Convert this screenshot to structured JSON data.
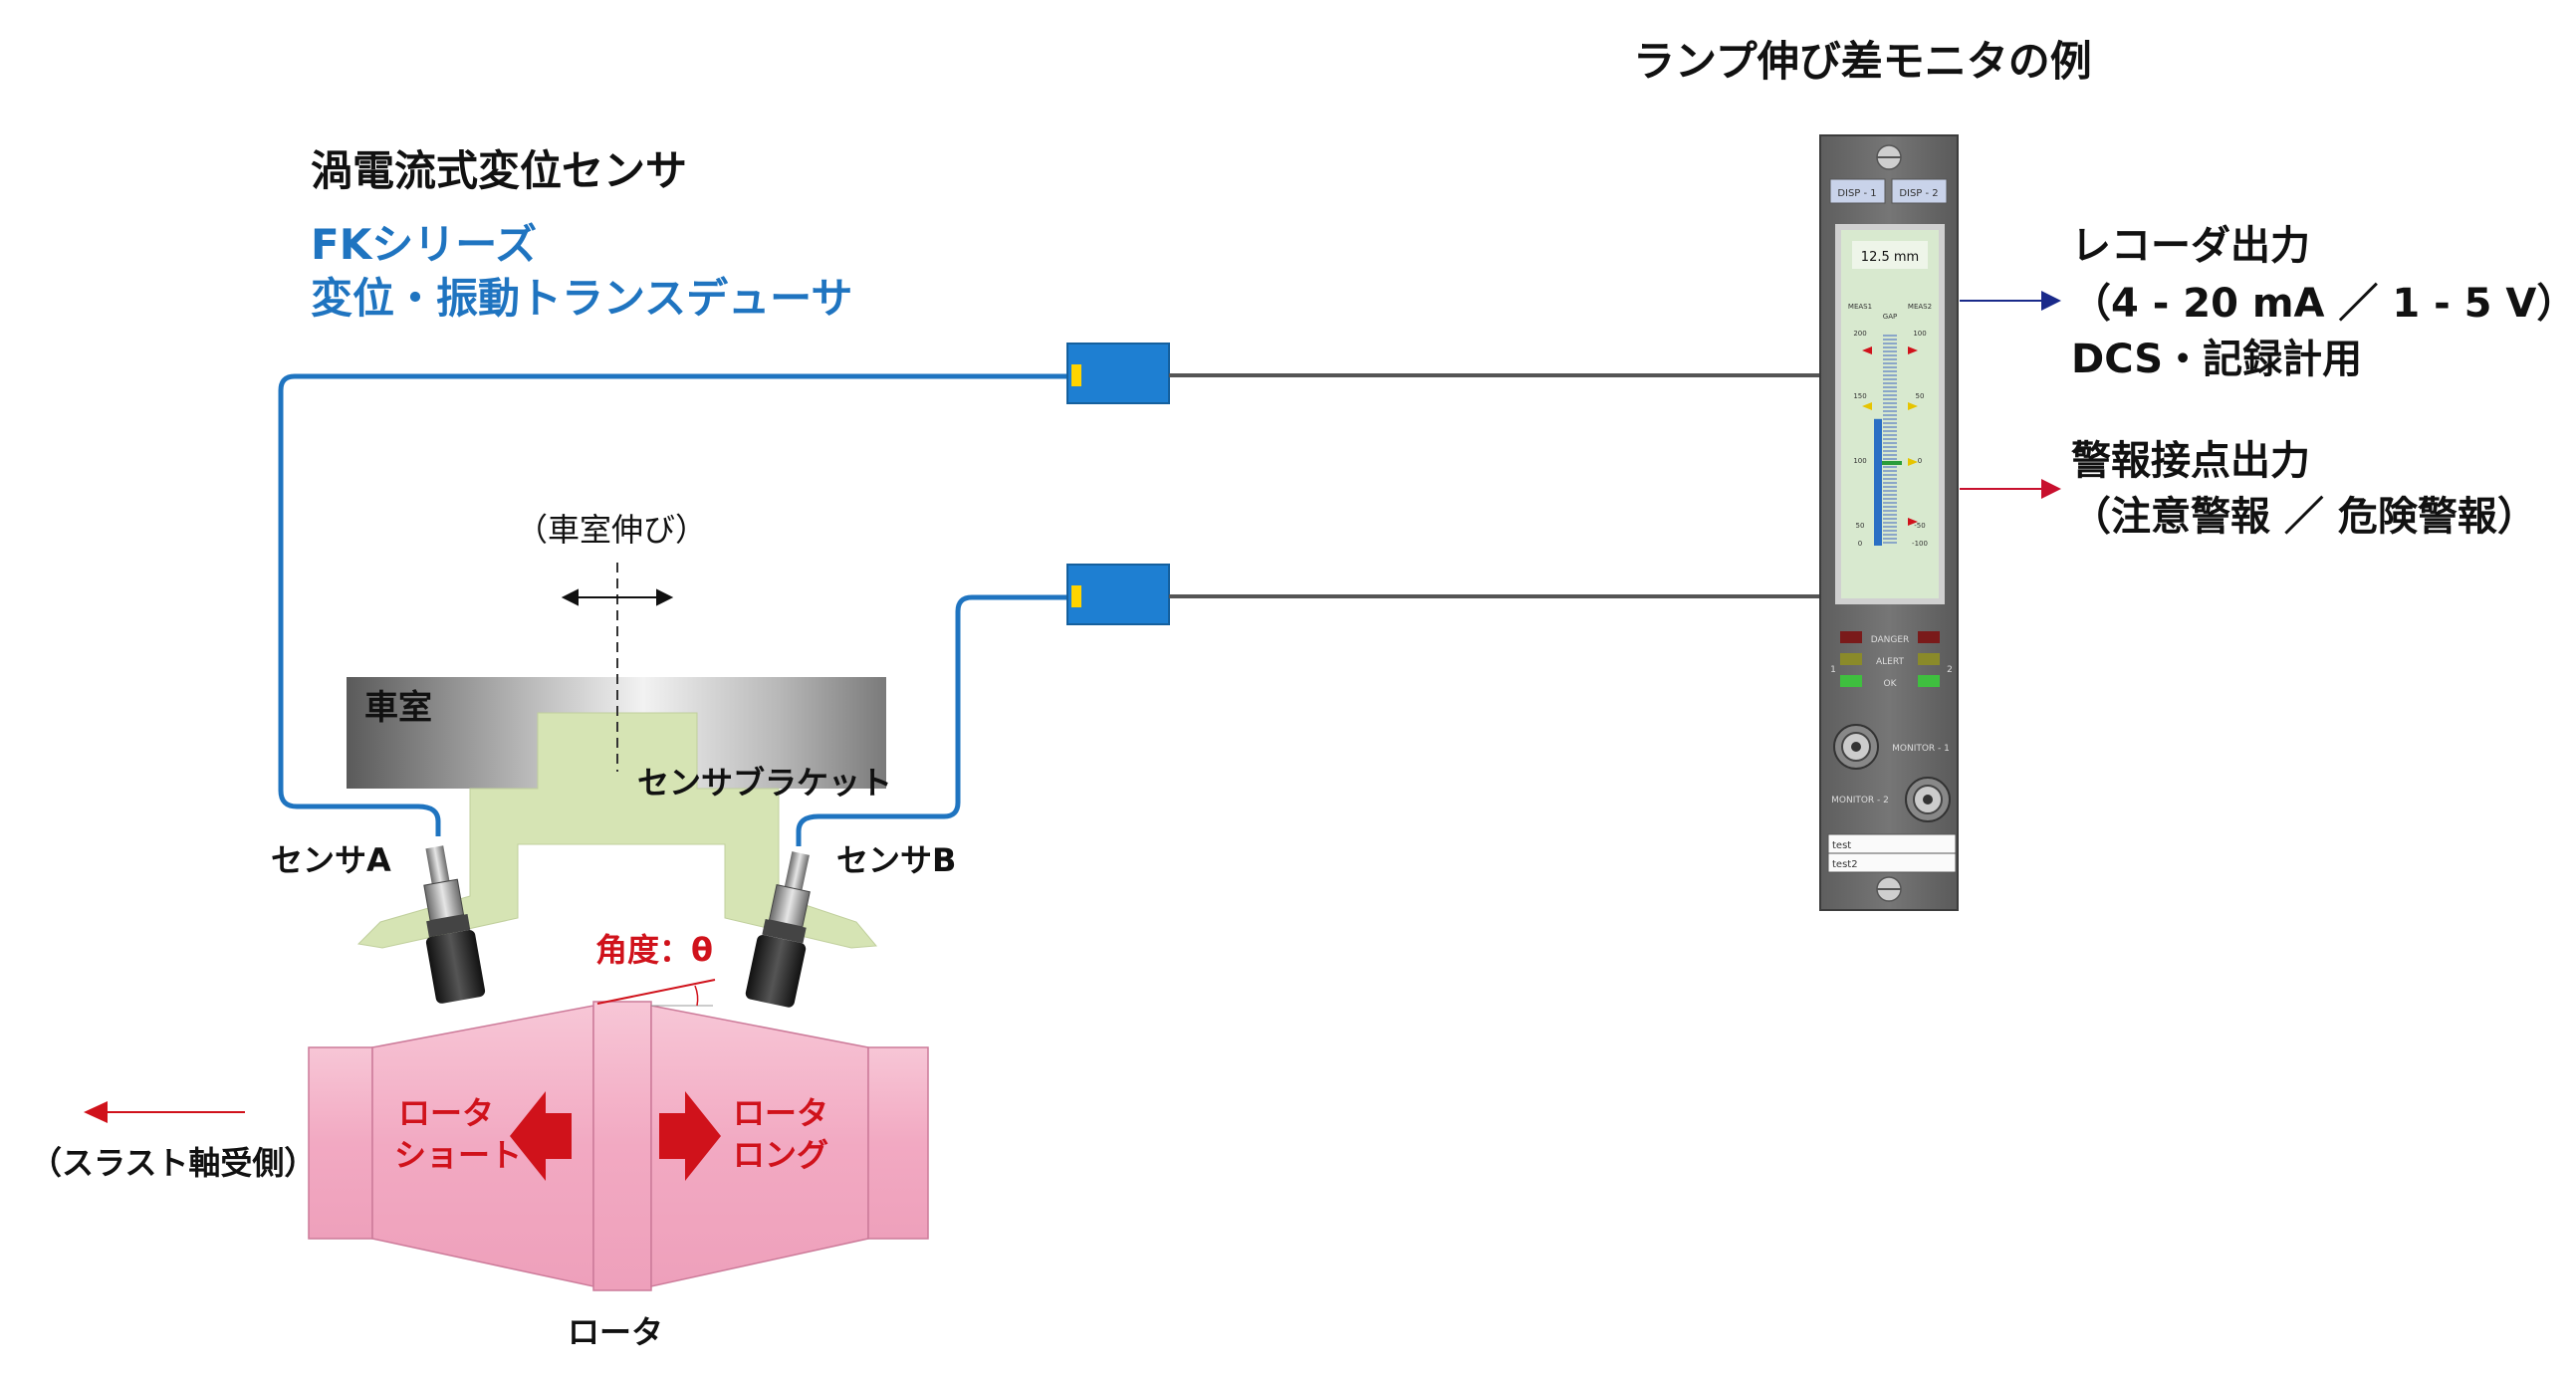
{
  "monitor_title": "ランプ伸び差モニタの例",
  "sensor_type_title": "渦電流式変位センサ",
  "series_name": "FKシリーズ",
  "series_subtitle": "変位・振動トランスデューサ",
  "casing_expansion_label": "（車室伸び）",
  "casing_label": "車室",
  "bracket_label": "センサブラケット",
  "sensor_a_label": "センサA",
  "sensor_b_label": "センサB",
  "angle_label": "角度：θ",
  "rotor_short_line1": "ロータ",
  "rotor_short_line2": "ショート",
  "rotor_long_line1": "ロータ",
  "rotor_long_line2": "ロング",
  "thrust_side_label": "（スラスト軸受側）",
  "rotor_label": "ロータ",
  "recorder_output": {
    "line1": "レコーダ出力",
    "line2": "（4 - 20 mA ／ 1 - 5 V）",
    "line3": "DCS・記録計用"
  },
  "alarm_output": {
    "line1": "警報接点出力",
    "line2": "（注意警報 ／ 危険警報）"
  },
  "monitor_panel": {
    "disp1": "DISP - 1",
    "disp2": "DISP - 2",
    "reading": "12.5 mm",
    "meas1": "MEAS1",
    "meas2": "MEAS2",
    "gap": "GAP",
    "left_scale": [
      "200",
      "150",
      "100",
      "50",
      "0"
    ],
    "right_scale": [
      "100",
      "50",
      "0",
      "-50",
      "-100"
    ],
    "bar_level": 0.6,
    "danger": "DANGER",
    "alert": "ALERT",
    "ok": "OK",
    "ch1": "1",
    "ch2": "2",
    "monitor1": "MONITOR - 1",
    "monitor2": "MONITOR - 2",
    "tag1": "test",
    "tag2": "test2"
  },
  "colors": {
    "cable": "#1f74c0",
    "converter": "#1e7fd2",
    "bracket": "#d6e4b4",
    "rotor": "#f4b6cb",
    "alert_red": "#d0121b",
    "output_blue": "#1a2a8a",
    "output_red": "#c8102e"
  }
}
